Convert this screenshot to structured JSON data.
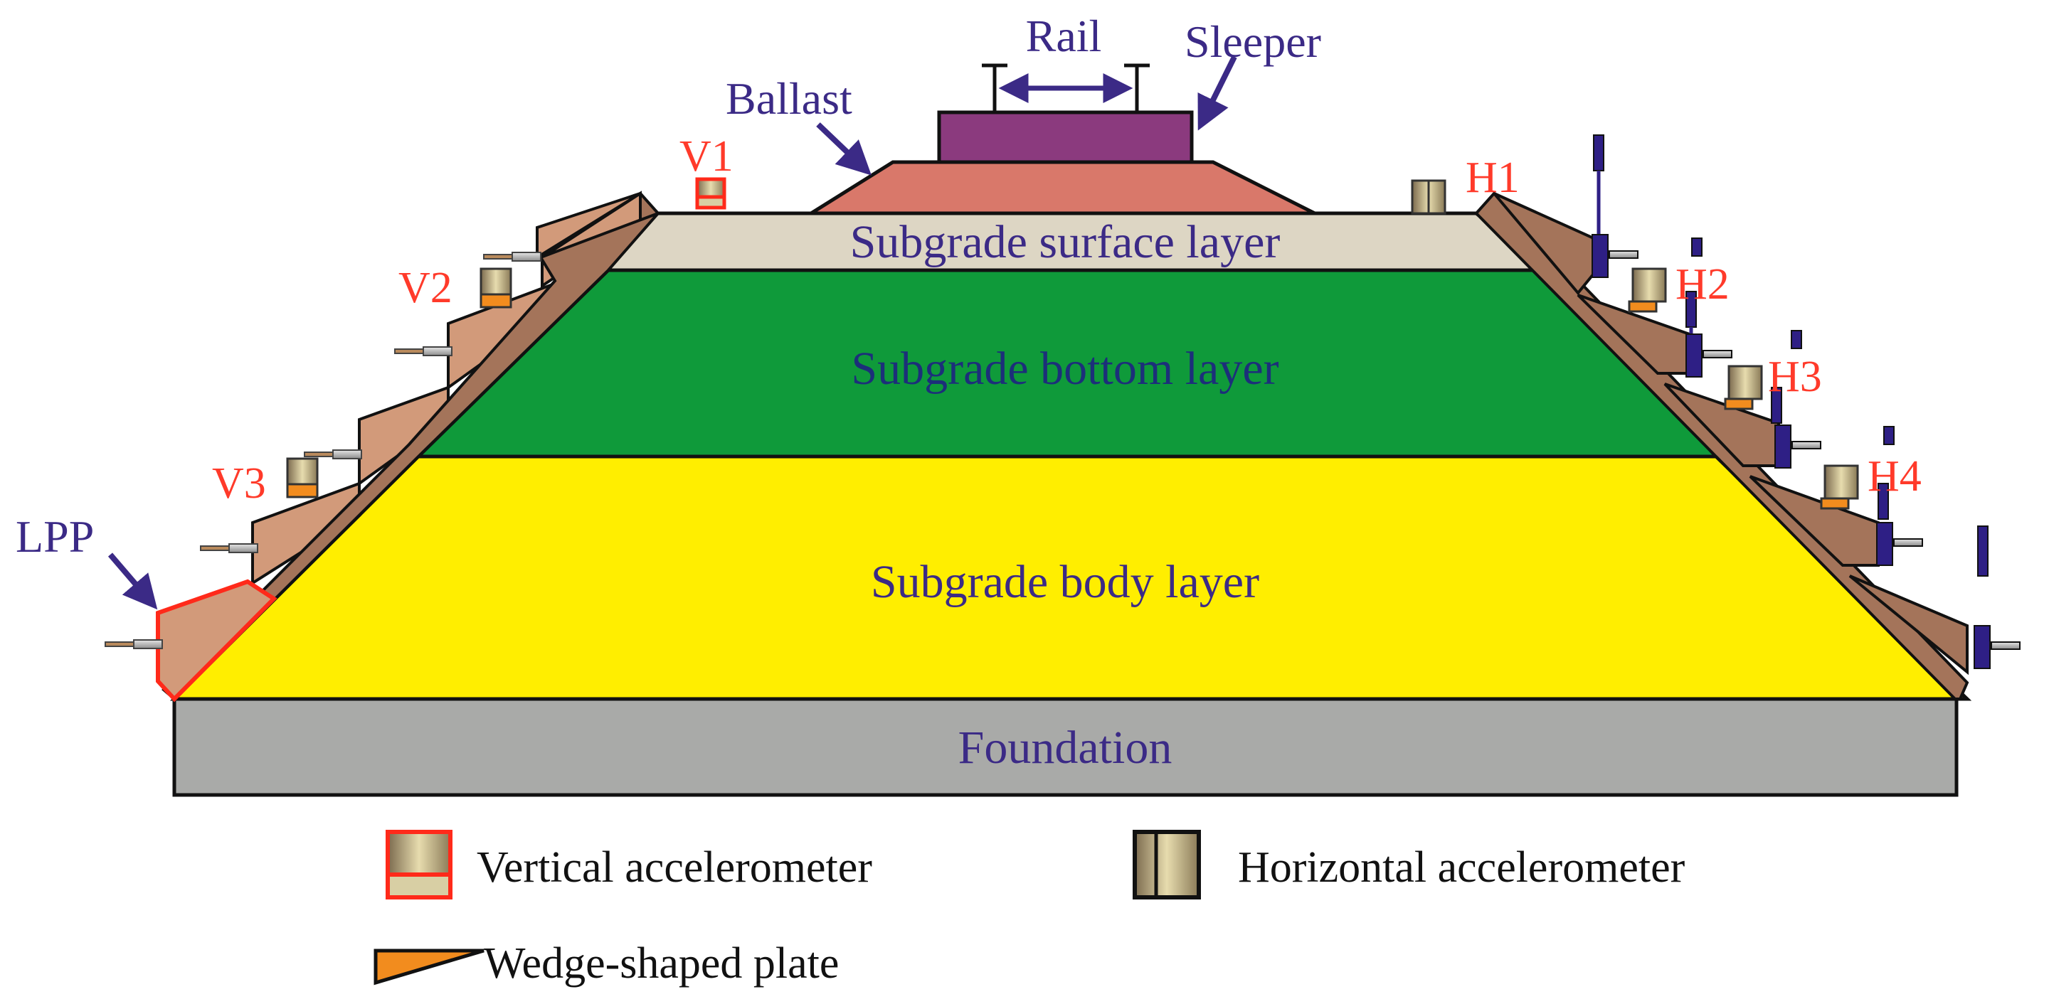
{
  "labels": {
    "rail": "Rail",
    "sleeper": "Sleeper",
    "ballast": "Ballast",
    "lpp": "LPP",
    "layers": {
      "surface": "Subgrade  surface  layer",
      "bottom": "Subgrade  bottom layer",
      "body": "Subgrade  body layer",
      "foundation": "Foundation"
    },
    "vertical_sensors": [
      "V1",
      "V2",
      "V3"
    ],
    "horizontal_sensors": [
      "H1",
      "H2",
      "H3",
      "H4"
    ]
  },
  "legend": {
    "vertical": "Vertical accelerometer",
    "horizontal": "Horizontal accelerometer",
    "wedge": "Wedge-shaped plate"
  },
  "colors": {
    "label_blue": "#3b2a86",
    "sensor_red": "#ff3a2a",
    "sleeper": "#8b3a7e",
    "ballast": "#d9786a",
    "surface_layer": "#ddd6c4",
    "bottom_layer": "#0f9a3a",
    "body_layer": "#ffee00",
    "foundation": "#a9aaa8",
    "panel": "#d29a7a",
    "slope": "#a4745a",
    "wedge": "#f28c1e",
    "anchor": "#2e1f85"
  }
}
